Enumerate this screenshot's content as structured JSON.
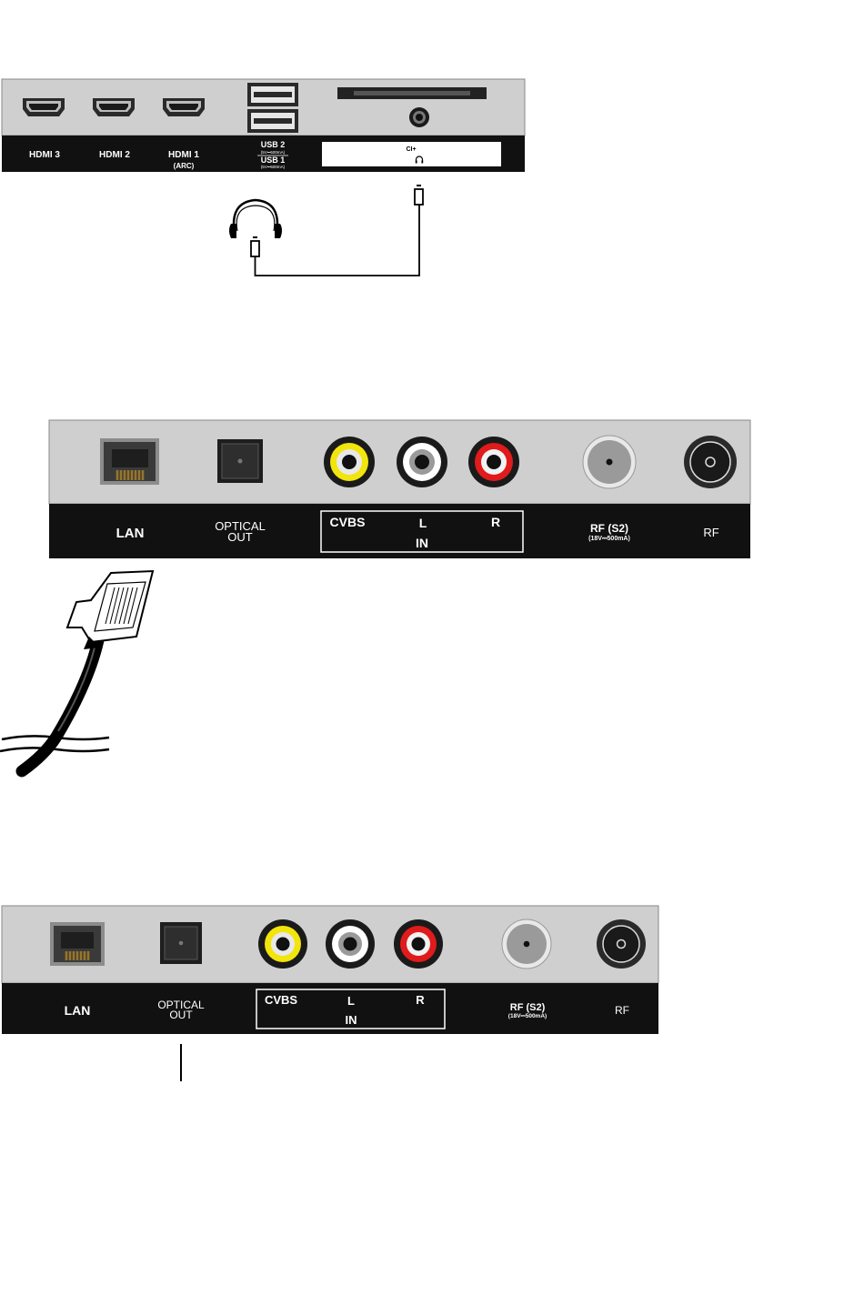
{
  "panel1": {
    "hdmi3": "HDMI 3",
    "hdmi2": "HDMI 2",
    "hdmi1": "HDMI 1",
    "hdmi1_sub": "(ARC)",
    "usb2": "USB 2",
    "usb2_sub": "(5V⎓500mA)",
    "usb1": "USB 1",
    "usb1_sub": "(5V⎓500mA)",
    "ci": "CI+",
    "headphone_symbol": "headphone-icon"
  },
  "panel2": {
    "lan": "LAN",
    "optical_line1": "OPTICAL",
    "optical_line2": "OUT",
    "cvbs": "CVBS",
    "left": "L",
    "right": "R",
    "in": "IN",
    "rf_s2": "RF (S2)",
    "rf_s2_sub": "(18V⎓500mA)",
    "rf": "RF"
  },
  "panel3": {
    "lan": "LAN",
    "optical_line1": "OPTICAL",
    "optical_line2": "OUT",
    "cvbs": "CVBS",
    "left": "L",
    "right": "R",
    "in": "IN",
    "rf_s2": "RF (S2)",
    "rf_s2_sub": "(18V⎓500mA)",
    "rf": "RF"
  },
  "colors": {
    "panel_gray": "#cfcfcf",
    "label_bar": "#111111",
    "rca_yellow": "#f2e40d",
    "rca_white": "#ffffff",
    "rca_red": "#e01b1b",
    "rf_s2_gray": "#9a9a9a"
  }
}
